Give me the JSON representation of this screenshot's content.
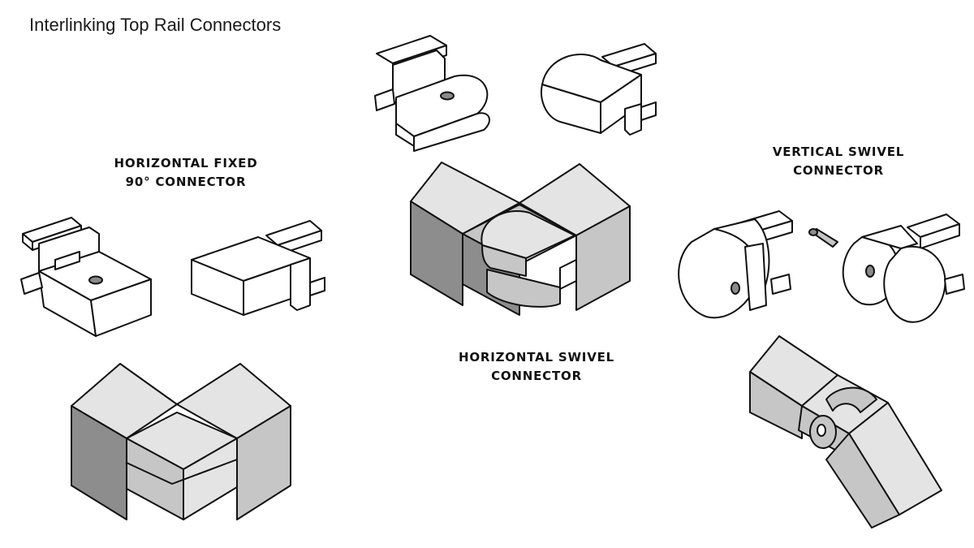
{
  "title": "Interlinking Top Rail Connectors",
  "labels": {
    "horizontal_fixed": [
      "HORIZONTAL FIXED",
      "90° CONNECTOR"
    ],
    "horizontal_swivel": [
      "HORIZONTAL SWIVEL",
      "CONNECTOR"
    ],
    "vertical_swivel": [
      "VERTICAL SWIVEL",
      "CONNECTOR"
    ]
  },
  "colors": {
    "outline": "#111111",
    "face_light": "#e4e4e4",
    "face_mid": "#c6c6c6",
    "face_dark": "#8d8d8d",
    "part_fill": "#ffffff",
    "hole": "#8a8a8a"
  }
}
